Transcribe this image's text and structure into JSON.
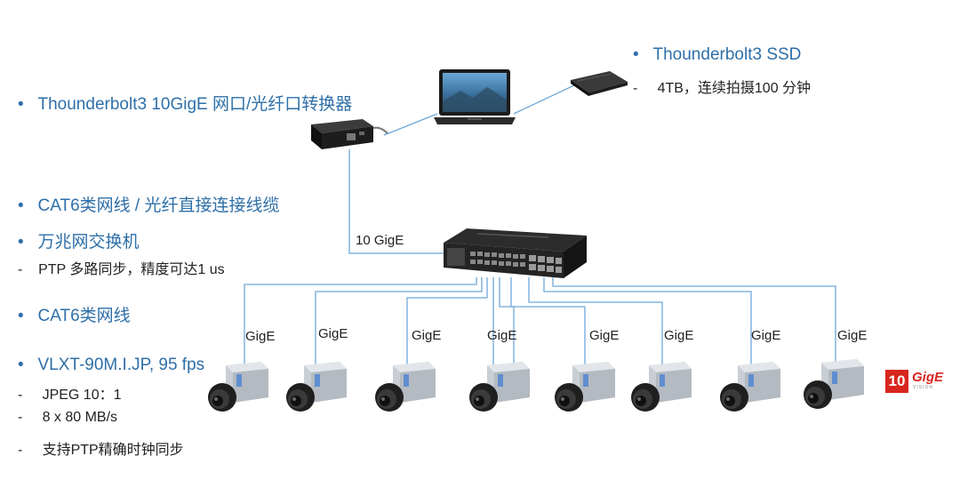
{
  "left_list": {
    "converter": {
      "bullet": "•",
      "text": "Thounderbolt3 10GigE 网口/光纤口转换器"
    },
    "cable1": {
      "bullet": "•",
      "text": "CAT6类网线 / 光纤直接连接线缆"
    },
    "switch": {
      "bullet": "•",
      "text": "万兆网交换机"
    },
    "switch_note": {
      "dash": "-",
      "text": "PTP 多路同步，精度可达1 us"
    },
    "cable2": {
      "bullet": "•",
      "text": "CAT6类网线"
    },
    "camera": {
      "bullet": "•",
      "text": "VLXT-90M.I.JP, 95 fps"
    },
    "camera_notes": [
      {
        "dash": "-",
        "text": "JPEG 10：1"
      },
      {
        "dash": "-",
        "text": "8 x 80 MB/s"
      },
      {
        "dash": "-",
        "text": "支持PTP精确时钟同步"
      }
    ]
  },
  "ssd": {
    "bullet": "•",
    "title": "Thounderbolt3 SSD",
    "dash": "-",
    "note": "4TB，连续拍摄100 分钟"
  },
  "uplink_label": "10 GigE",
  "camera_labels": [
    "GigE",
    "GigE",
    "GigE",
    "GigE",
    "GigE",
    "GigE",
    "GigE",
    "GigE"
  ],
  "logo": {
    "number": "10",
    "text": "GigE",
    "sub": "VISION"
  },
  "colors": {
    "accent_blue": "#2e6fa8",
    "wire": "#6fa8d8",
    "logo_red": "#d7261e"
  }
}
